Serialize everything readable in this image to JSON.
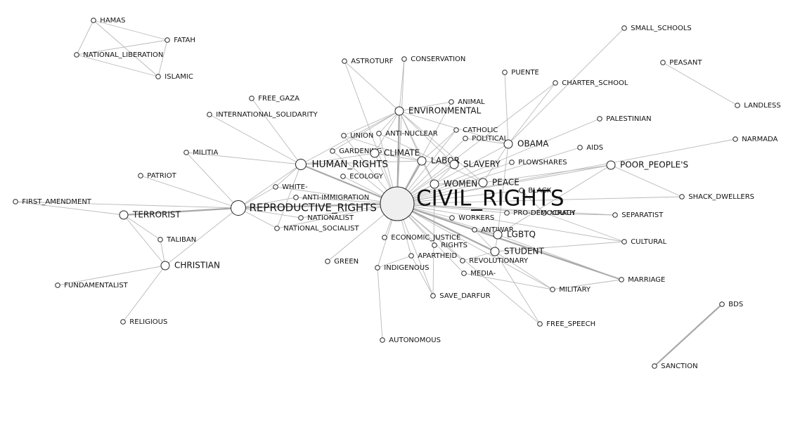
{
  "diagram": {
    "nodes": [
      {
        "id": "HAMAS",
        "label": "HAMAS",
        "size": "small"
      },
      {
        "id": "FATAH",
        "label": "FATAH",
        "size": "small"
      },
      {
        "id": "NATIONAL_LIBERATION",
        "label": "NATIONAL_LIBERATION",
        "size": "small"
      },
      {
        "id": "ISLAMIC",
        "label": "ISLAMIC",
        "size": "small"
      },
      {
        "id": "ASTROTURF",
        "label": "ASTROTURF",
        "size": "small"
      },
      {
        "id": "CONSERVATION",
        "label": "CONSERVATION",
        "size": "small"
      },
      {
        "id": "SMALL_SCHOOLS",
        "label": "SMALL_SCHOOLS",
        "size": "small"
      },
      {
        "id": "PEASANT",
        "label": "PEASANT",
        "size": "small"
      },
      {
        "id": "LANDLESS",
        "label": "LANDLESS",
        "size": "small"
      },
      {
        "id": "PUENTE",
        "label": "PUENTE",
        "size": "small"
      },
      {
        "id": "CHARTER_SCHOOL",
        "label": "CHARTER_SCHOOL",
        "size": "small"
      },
      {
        "id": "FREE_GAZA",
        "label": "FREE_GAZA",
        "size": "small"
      },
      {
        "id": "INTERNATIONAL_SOLIDARITY",
        "label": "INTERNATIONAL_SOLIDARITY",
        "size": "small"
      },
      {
        "id": "ANIMAL",
        "label": "ANIMAL",
        "size": "small"
      },
      {
        "id": "ENVIRONMENTAL",
        "label": "ENVIRONMENTAL",
        "size": "medium"
      },
      {
        "id": "PALESTINIAN",
        "label": "PALESTINIAN",
        "size": "small"
      },
      {
        "id": "UNION",
        "label": "UNION",
        "size": "small"
      },
      {
        "id": "ANTI_NUCLEAR",
        "label": "ANTI-NUCLEAR",
        "size": "small"
      },
      {
        "id": "CATHOLIC",
        "label": "CATHOLIC",
        "size": "small"
      },
      {
        "id": "POLITICAL",
        "label": "POLITICAL",
        "size": "small"
      },
      {
        "id": "OBAMA",
        "label": "OBAMA",
        "size": "medium"
      },
      {
        "id": "NARMADA",
        "label": "NARMADA",
        "size": "small"
      },
      {
        "id": "AIDS",
        "label": "AIDS",
        "size": "small"
      },
      {
        "id": "GARDENING",
        "label": "GARDENING",
        "size": "small"
      },
      {
        "id": "CLIMATE",
        "label": "CLIMATE",
        "size": "medium"
      },
      {
        "id": "LABOR",
        "label": "LABOR",
        "size": "medium"
      },
      {
        "id": "MILITIA",
        "label": "MILITIA",
        "size": "small"
      },
      {
        "id": "HUMAN_RIGHTS",
        "label": "HUMAN_RIGHTS",
        "size": "large"
      },
      {
        "id": "SLAVERY",
        "label": "SLAVERY",
        "size": "medium"
      },
      {
        "id": "PLOWSHARES",
        "label": "PLOWSHARES",
        "size": "small"
      },
      {
        "id": "POOR_PEOPLES",
        "label": "POOR_PEOPLE'S",
        "size": "medium"
      },
      {
        "id": "PATRIOT",
        "label": "PATRIOT",
        "size": "small"
      },
      {
        "id": "ECOLOGY",
        "label": "ECOLOGY",
        "size": "small"
      },
      {
        "id": "WOMEN",
        "label": "WOMEN",
        "size": "medium"
      },
      {
        "id": "PEACE",
        "label": "PEACE",
        "size": "medium"
      },
      {
        "id": "WHITE",
        "label": "WHITE-",
        "size": "small"
      },
      {
        "id": "BLACK",
        "label": "BLACK",
        "size": "small"
      },
      {
        "id": "ANTI_IMMIGRATION",
        "label": "ANTI-IMMIGRATION",
        "size": "small"
      },
      {
        "id": "SHACK_DWELLERS",
        "label": "SHACK_DWELLERS",
        "size": "small"
      },
      {
        "id": "FIRST_AMENDMENT",
        "label": "FIRST_AMENDMENT",
        "size": "small"
      },
      {
        "id": "REPRODUCTIVE_RIGHTS",
        "label": "REPRODUCTIVE_RIGHTS",
        "size": "xlarge"
      },
      {
        "id": "CIVIL_RIGHTS",
        "label": "CIVIL_RIGHTS",
        "size": "hub"
      },
      {
        "id": "YOUTH",
        "label": "YOUTH",
        "size": "small"
      },
      {
        "id": "PRO_DEMOCRACY",
        "label": "PRO-DEMOCRACY",
        "size": "small"
      },
      {
        "id": "TERRORIST",
        "label": "TERRORIST",
        "size": "medium"
      },
      {
        "id": "NATIONALIST",
        "label": "NATIONALIST",
        "size": "small"
      },
      {
        "id": "WORKERS",
        "label": "WORKERS",
        "size": "small"
      },
      {
        "id": "SEPARATIST",
        "label": "SEPARATIST",
        "size": "small"
      },
      {
        "id": "NATIONAL_SOCIALIST",
        "label": "NATIONAL_SOCIALIST",
        "size": "small"
      },
      {
        "id": "ANTIWAR",
        "label": "ANTIWAR",
        "size": "small"
      },
      {
        "id": "LGBTQ",
        "label": "LGBTQ",
        "size": "medium"
      },
      {
        "id": "TALIBAN",
        "label": "TALIBAN",
        "size": "small"
      },
      {
        "id": "ECONOMIC_JUSTICE",
        "label": "ECONOMIC_JUSTICE",
        "size": "small"
      },
      {
        "id": "CULTURAL",
        "label": "CULTURAL",
        "size": "small"
      },
      {
        "id": "RIGHTS",
        "label": "RIGHTS",
        "size": "small"
      },
      {
        "id": "STUDENT",
        "label": "STUDENT",
        "size": "medium"
      },
      {
        "id": "APARTHEID",
        "label": "APARTHEID",
        "size": "small"
      },
      {
        "id": "CHRISTIAN",
        "label": "CHRISTIAN",
        "size": "medium"
      },
      {
        "id": "GREEN",
        "label": "GREEN",
        "size": "small"
      },
      {
        "id": "INDIGENOUS",
        "label": "INDIGENOUS",
        "size": "small"
      },
      {
        "id": "REVOLUTIONARY",
        "label": "REVOLUTIONARY",
        "size": "small"
      },
      {
        "id": "MEDIA",
        "label": "MEDIA-",
        "size": "small"
      },
      {
        "id": "MARRIAGE",
        "label": "MARRIAGE",
        "size": "small"
      },
      {
        "id": "FUNDAMENTALIST",
        "label": "FUNDAMENTALIST",
        "size": "small"
      },
      {
        "id": "MILITARY",
        "label": "MILITARY",
        "size": "small"
      },
      {
        "id": "SAVE_DARFUR",
        "label": "SAVE_DARFUR",
        "size": "small"
      },
      {
        "id": "BDS",
        "label": "BDS",
        "size": "small"
      },
      {
        "id": "RELIGIOUS",
        "label": "RELIGIOUS",
        "size": "small"
      },
      {
        "id": "FREE_SPEECH",
        "label": "FREE_SPEECH",
        "size": "small"
      },
      {
        "id": "AUTONOMOUS",
        "label": "AUTONOMOUS",
        "size": "small"
      },
      {
        "id": "SANCTION",
        "label": "SANCTION",
        "size": "small"
      }
    ],
    "edges": [
      [
        "HAMAS",
        "FATAH",
        1
      ],
      [
        "HAMAS",
        "NATIONAL_LIBERATION",
        1
      ],
      [
        "HAMAS",
        "ISLAMIC",
        1
      ],
      [
        "FATAH",
        "NATIONAL_LIBERATION",
        1
      ],
      [
        "FATAH",
        "ISLAMIC",
        1
      ],
      [
        "NATIONAL_LIBERATION",
        "ISLAMIC",
        1
      ],
      [
        "BDS",
        "SANCTION",
        2
      ],
      [
        "PEASANT",
        "LANDLESS",
        1
      ],
      [
        "CIVIL_RIGHTS",
        "REPRODUCTIVE_RIGHTS",
        2
      ],
      [
        "CIVIL_RIGHTS",
        "HUMAN_RIGHTS",
        2
      ],
      [
        "CIVIL_RIGHTS",
        "ENVIRONMENTAL",
        2
      ],
      [
        "CIVIL_RIGHTS",
        "CLIMATE",
        1
      ],
      [
        "CIVIL_RIGHTS",
        "LABOR",
        2
      ],
      [
        "CIVIL_RIGHTS",
        "SLAVERY",
        1
      ],
      [
        "CIVIL_RIGHTS",
        "WOMEN",
        1
      ],
      [
        "CIVIL_RIGHTS",
        "PEACE",
        1
      ],
      [
        "CIVIL_RIGHTS",
        "OBAMA",
        1
      ],
      [
        "CIVIL_RIGHTS",
        "POOR_PEOPLES",
        1
      ],
      [
        "CIVIL_RIGHTS",
        "STUDENT",
        2
      ],
      [
        "CIVIL_RIGHTS",
        "LGBTQ",
        1
      ],
      [
        "CIVIL_RIGHTS",
        "ANTIWAR",
        1
      ],
      [
        "CIVIL_RIGHTS",
        "MARRIAGE",
        2
      ],
      [
        "CIVIL_RIGHTS",
        "CULTURAL",
        1
      ],
      [
        "CIVIL_RIGHTS",
        "SEPARATIST",
        1
      ],
      [
        "CIVIL_RIGHTS",
        "SHACK_DWELLERS",
        1
      ],
      [
        "CIVIL_RIGHTS",
        "NARMADA",
        1
      ],
      [
        "CIVIL_RIGHTS",
        "AIDS",
        1
      ],
      [
        "CIVIL_RIGHTS",
        "PALESTINIAN",
        1
      ],
      [
        "CIVIL_RIGHTS",
        "CHARTER_SCHOOL",
        1
      ],
      [
        "CIVIL_RIGHTS",
        "ANIMAL",
        1
      ],
      [
        "CIVIL_RIGHTS",
        "CATHOLIC",
        1
      ],
      [
        "CIVIL_RIGHTS",
        "POLITICAL",
        1
      ],
      [
        "CIVIL_RIGHTS",
        "UNION",
        1
      ],
      [
        "CIVIL_RIGHTS",
        "ANTI_NUCLEAR",
        1
      ],
      [
        "CIVIL_RIGHTS",
        "GARDENING",
        1
      ],
      [
        "CIVIL_RIGHTS",
        "ECOLOGY",
        1
      ],
      [
        "CIVIL_RIGHTS",
        "ASTROTURF",
        1
      ],
      [
        "CIVIL_RIGHTS",
        "CONSERVATION",
        1
      ],
      [
        "CIVIL_RIGHTS",
        "PLOWSHARES",
        1
      ],
      [
        "CIVIL_RIGHTS",
        "BLACK",
        1
      ],
      [
        "CIVIL_RIGHTS",
        "YOUTH",
        1
      ],
      [
        "CIVIL_RIGHTS",
        "PRO_DEMOCRACY",
        1
      ],
      [
        "CIVIL_RIGHTS",
        "WORKERS",
        1
      ],
      [
        "CIVIL_RIGHTS",
        "ECONOMIC_JUSTICE",
        1
      ],
      [
        "CIVIL_RIGHTS",
        "RIGHTS",
        1
      ],
      [
        "CIVIL_RIGHTS",
        "APARTHEID",
        1
      ],
      [
        "CIVIL_RIGHTS",
        "INDIGENOUS",
        1
      ],
      [
        "CIVIL_RIGHTS",
        "GREEN",
        1
      ],
      [
        "CIVIL_RIGHTS",
        "REVOLUTIONARY",
        1
      ],
      [
        "CIVIL_RIGHTS",
        "MEDIA",
        1
      ],
      [
        "CIVIL_RIGHTS",
        "MILITARY",
        1
      ],
      [
        "CIVIL_RIGHTS",
        "SAVE_DARFUR",
        1
      ],
      [
        "CIVIL_RIGHTS",
        "FREE_SPEECH",
        1
      ],
      [
        "CIVIL_RIGHTS",
        "NATIONALIST",
        1
      ],
      [
        "CIVIL_RIGHTS",
        "ANTI_IMMIGRATION",
        1
      ],
      [
        "CIVIL_RIGHTS",
        "WHITE",
        1
      ],
      [
        "CIVIL_RIGHTS",
        "NATIONAL_SOCIALIST",
        1
      ],
      [
        "REPRODUCTIVE_RIGHTS",
        "HUMAN_RIGHTS",
        1
      ],
      [
        "REPRODUCTIVE_RIGHTS",
        "TERRORIST",
        2
      ],
      [
        "REPRODUCTIVE_RIGHTS",
        "CHRISTIAN",
        1
      ],
      [
        "REPRODUCTIVE_RIGHTS",
        "WHITE",
        1
      ],
      [
        "REPRODUCTIVE_RIGHTS",
        "ANTI_IMMIGRATION",
        1
      ],
      [
        "REPRODUCTIVE_RIGHTS",
        "NATIONALIST",
        1
      ],
      [
        "REPRODUCTIVE_RIGHTS",
        "NATIONAL_SOCIALIST",
        1
      ],
      [
        "REPRODUCTIVE_RIGHTS",
        "PATRIOT",
        1
      ],
      [
        "REPRODUCTIVE_RIGHTS",
        "MILITIA",
        1
      ],
      [
        "REPRODUCTIVE_RIGHTS",
        "FIRST_AMENDMENT",
        1
      ],
      [
        "HUMAN_RIGHTS",
        "FREE_GAZA",
        1
      ],
      [
        "HUMAN_RIGHTS",
        "INTERNATIONAL_SOLIDARITY",
        1
      ],
      [
        "HUMAN_RIGHTS",
        "MILITIA",
        1
      ],
      [
        "HUMAN_RIGHTS",
        "ENVIRONMENTAL",
        1
      ],
      [
        "HUMAN_RIGHTS",
        "CLIMATE",
        1
      ],
      [
        "HUMAN_RIGHTS",
        "LABOR",
        1
      ],
      [
        "HUMAN_RIGHTS",
        "WHITE",
        1
      ],
      [
        "HUMAN_RIGHTS",
        "NATIONAL_SOCIALIST",
        1
      ],
      [
        "TERRORIST",
        "CHRISTIAN",
        1
      ],
      [
        "TERRORIST",
        "TALIBAN",
        1
      ],
      [
        "TERRORIST",
        "FIRST_AMENDMENT",
        1
      ],
      [
        "CHRISTIAN",
        "TALIBAN",
        1
      ],
      [
        "CHRISTIAN",
        "FUNDAMENTALIST",
        1
      ],
      [
        "CHRISTIAN",
        "RELIGIOUS",
        1
      ],
      [
        "ENVIRONMENTAL",
        "ASTROTURF",
        1
      ],
      [
        "ENVIRONMENTAL",
        "CONSERVATION",
        1
      ],
      [
        "ENVIRONMENTAL",
        "UNION",
        1
      ],
      [
        "ENVIRONMENTAL",
        "ANTI_NUCLEAR",
        1
      ],
      [
        "ENVIRONMENTAL",
        "CLIMATE",
        1
      ],
      [
        "ENVIRONMENTAL",
        "LABOR",
        1
      ],
      [
        "ENVIRONMENTAL",
        "SLAVERY",
        1
      ],
      [
        "ENVIRONMENTAL",
        "OBAMA",
        1
      ],
      [
        "ENVIRONMENTAL",
        "ANIMAL",
        1
      ],
      [
        "ENVIRONMENTAL",
        "GARDENING",
        1
      ],
      [
        "ENVIRONMENTAL",
        "WOMEN",
        1
      ],
      [
        "ENVIRONMENTAL",
        "PEACE",
        1
      ],
      [
        "CLIMATE",
        "LABOR",
        1
      ],
      [
        "LABOR",
        "SLAVERY",
        1
      ],
      [
        "LABOR",
        "WOMEN",
        1
      ],
      [
        "SLAVERY",
        "WOMEN",
        1
      ],
      [
        "WOMEN",
        "PEACE",
        1
      ],
      [
        "PEACE",
        "OBAMA",
        1
      ],
      [
        "OBAMA",
        "PUENTE",
        1
      ],
      [
        "OBAMA",
        "SMALL_SCHOOLS",
        1
      ],
      [
        "OBAMA",
        "CHARTER_SCHOOL",
        1
      ],
      [
        "OBAMA",
        "POLITICAL",
        1
      ],
      [
        "OBAMA",
        "LGBTQ",
        1
      ],
      [
        "POOR_PEOPLES",
        "SHACK_DWELLERS",
        1
      ],
      [
        "POOR_PEOPLES",
        "PEACE",
        1
      ],
      [
        "POOR_PEOPLES",
        "LGBTQ",
        1
      ],
      [
        "LGBTQ",
        "MARRIAGE",
        1
      ],
      [
        "LGBTQ",
        "STUDENT",
        1
      ],
      [
        "LGBTQ",
        "ANTIWAR",
        1
      ],
      [
        "ANTIWAR",
        "STUDENT",
        1
      ],
      [
        "STUDENT",
        "MILITARY",
        1
      ],
      [
        "STUDENT",
        "FREE_SPEECH",
        1
      ],
      [
        "STUDENT",
        "CULTURAL",
        1
      ],
      [
        "STUDENT",
        "REVOLUTIONARY",
        1
      ],
      [
        "INDIGENOUS",
        "AUTONOMOUS",
        1
      ],
      [
        "INDIGENOUS",
        "APARTHEID",
        1
      ],
      [
        "APARTHEID",
        "SAVE_DARFUR",
        1
      ],
      [
        "MILITARY",
        "MARRIAGE",
        1
      ],
      [
        "MEDIA",
        "MILITARY",
        1
      ],
      [
        "WOMEN",
        "SAVE_DARFUR",
        1
      ],
      [
        "PRO_DEMOCRACY",
        "SEPARATIST",
        1
      ],
      [
        "YOUTH",
        "CULTURAL",
        1
      ],
      [
        "BLACK",
        "YOUTH",
        1
      ],
      [
        "CATHOLIC",
        "LABOR",
        1
      ],
      [
        "UNION",
        "LABOR",
        1
      ],
      [
        "ANTI_NUCLEAR",
        "PEACE",
        1
      ]
    ]
  }
}
